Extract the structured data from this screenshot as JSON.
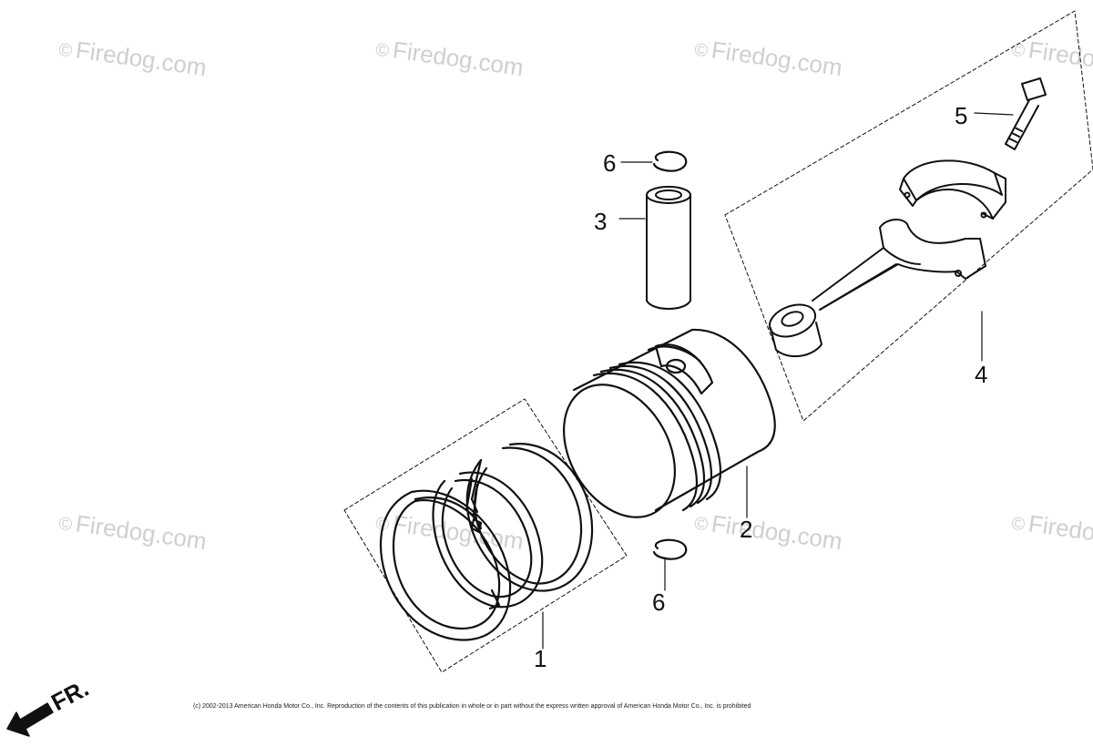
{
  "watermark": "Firedog.com",
  "watermark_symbol": "©",
  "callouts": [
    "1",
    "2",
    "3",
    "4",
    "5",
    "6",
    "6"
  ],
  "direction_label": "FR.",
  "copyright": "(c) 2002-2013 American Honda Motor Co., Inc. Reproduction of the contents of this publication in whole or in part without the express written approval of American Honda Motor Co., Inc. is prohibited",
  "colors": {
    "ink": "#111111",
    "watermark": "#cfcfcf"
  }
}
